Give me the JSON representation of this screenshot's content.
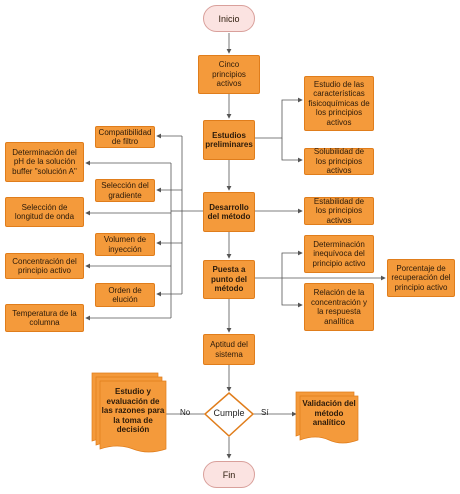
{
  "start": "Inicio",
  "end": "Fin",
  "main_steps": [
    "Cinco principios activos",
    "Estudios preliminares",
    "Desarrollo del método",
    "Puesta a punto del método",
    "Aptitud del sistema"
  ],
  "preliminary_studies": [
    "Estudio de las características fisicoquímicas de los principios activos",
    "Solubilidad de los principios activos"
  ],
  "development_right": "Estabilidad de los principios activos",
  "tuning_right": [
    "Determinación inequívoca del principio activo",
    "Relación de la concentración y la respuesta analítica"
  ],
  "recovery": "Porcentaje de recuperación del principio activo",
  "left_inner": [
    "Compatibilidad de filtro",
    "Selección del gradiente",
    "Volumen de inyección",
    "Orden de elución"
  ],
  "left_outer": [
    "Determinación del pH de la solución buffer \"solución A\"",
    "Selección de longitud de onda",
    "Concentración del principio activo",
    "Temperatura de la columna"
  ],
  "decision": "Cumple",
  "decision_no": "No",
  "decision_yes": "Sí",
  "no_outcome": "Estudio y evaluación de las razones para la toma de decisión",
  "yes_outcome": "Validación del método analítico",
  "colors": {
    "box": "#f49a3b",
    "terminal": "#fbe3e1",
    "line": "#555555"
  }
}
